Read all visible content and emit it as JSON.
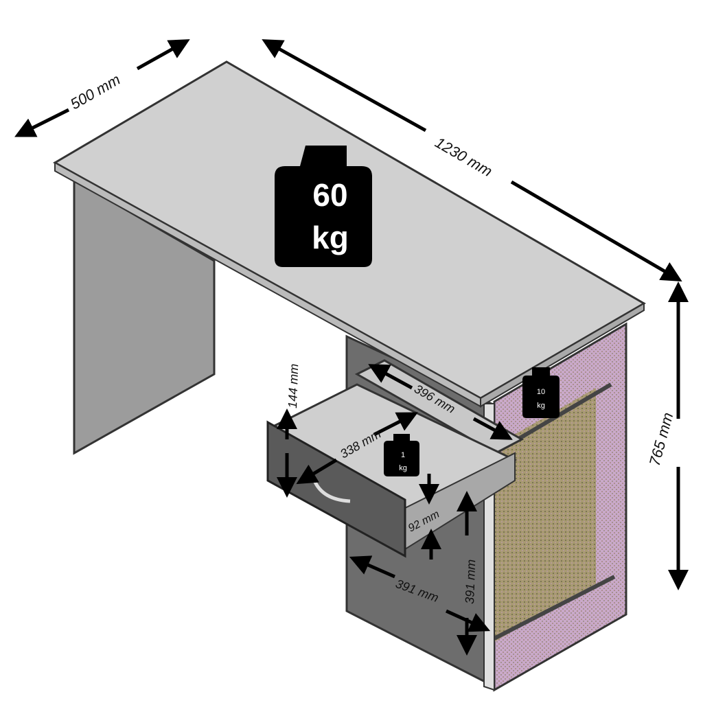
{
  "dimensions": {
    "depth": "500 mm",
    "width": "1230 mm",
    "height": "765 mm",
    "drawer_height": "144 mm",
    "shelf_width": "396 mm",
    "drawer_depth": "338 mm",
    "drawer_inner_height": "92 mm",
    "cabinet_width": "391 mm",
    "cabinet_height": "391 mm"
  },
  "loads": {
    "desktop_value": "60",
    "desktop_unit": "kg",
    "shelf_value": "10",
    "shelf_unit": "kg",
    "drawer_value": "1",
    "drawer_unit": "kg"
  }
}
